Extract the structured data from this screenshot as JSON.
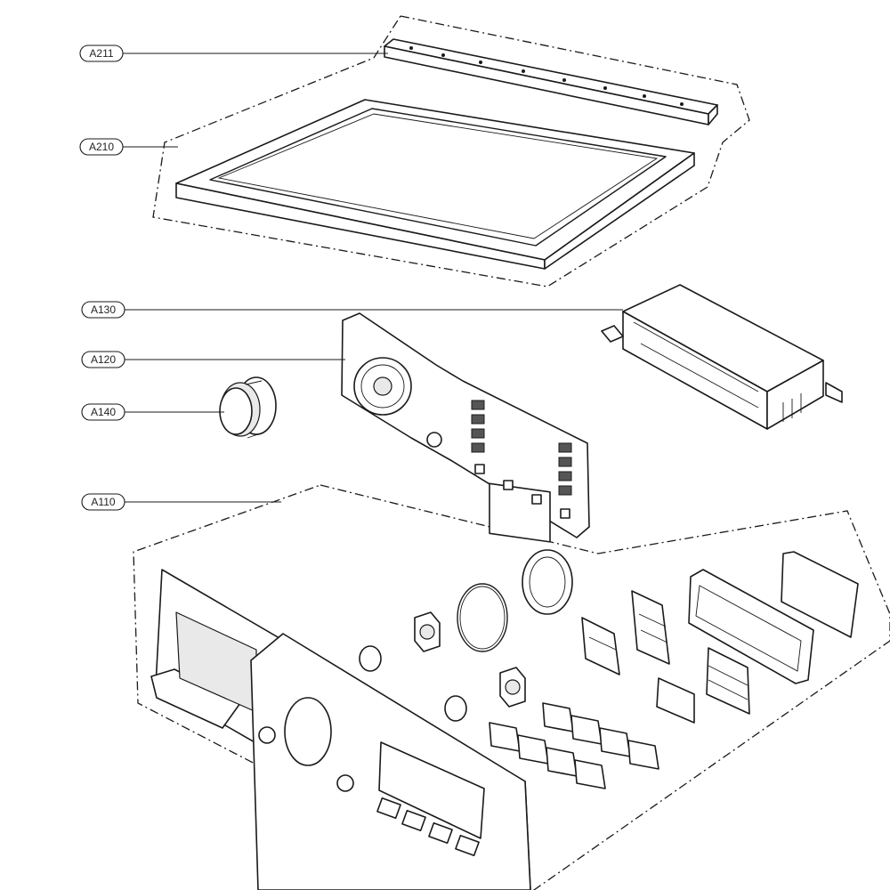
{
  "labels": {
    "a211": "A211",
    "a210": "A210",
    "a130": "A130",
    "a120": "A120",
    "a140": "A140",
    "a110": "A110"
  }
}
